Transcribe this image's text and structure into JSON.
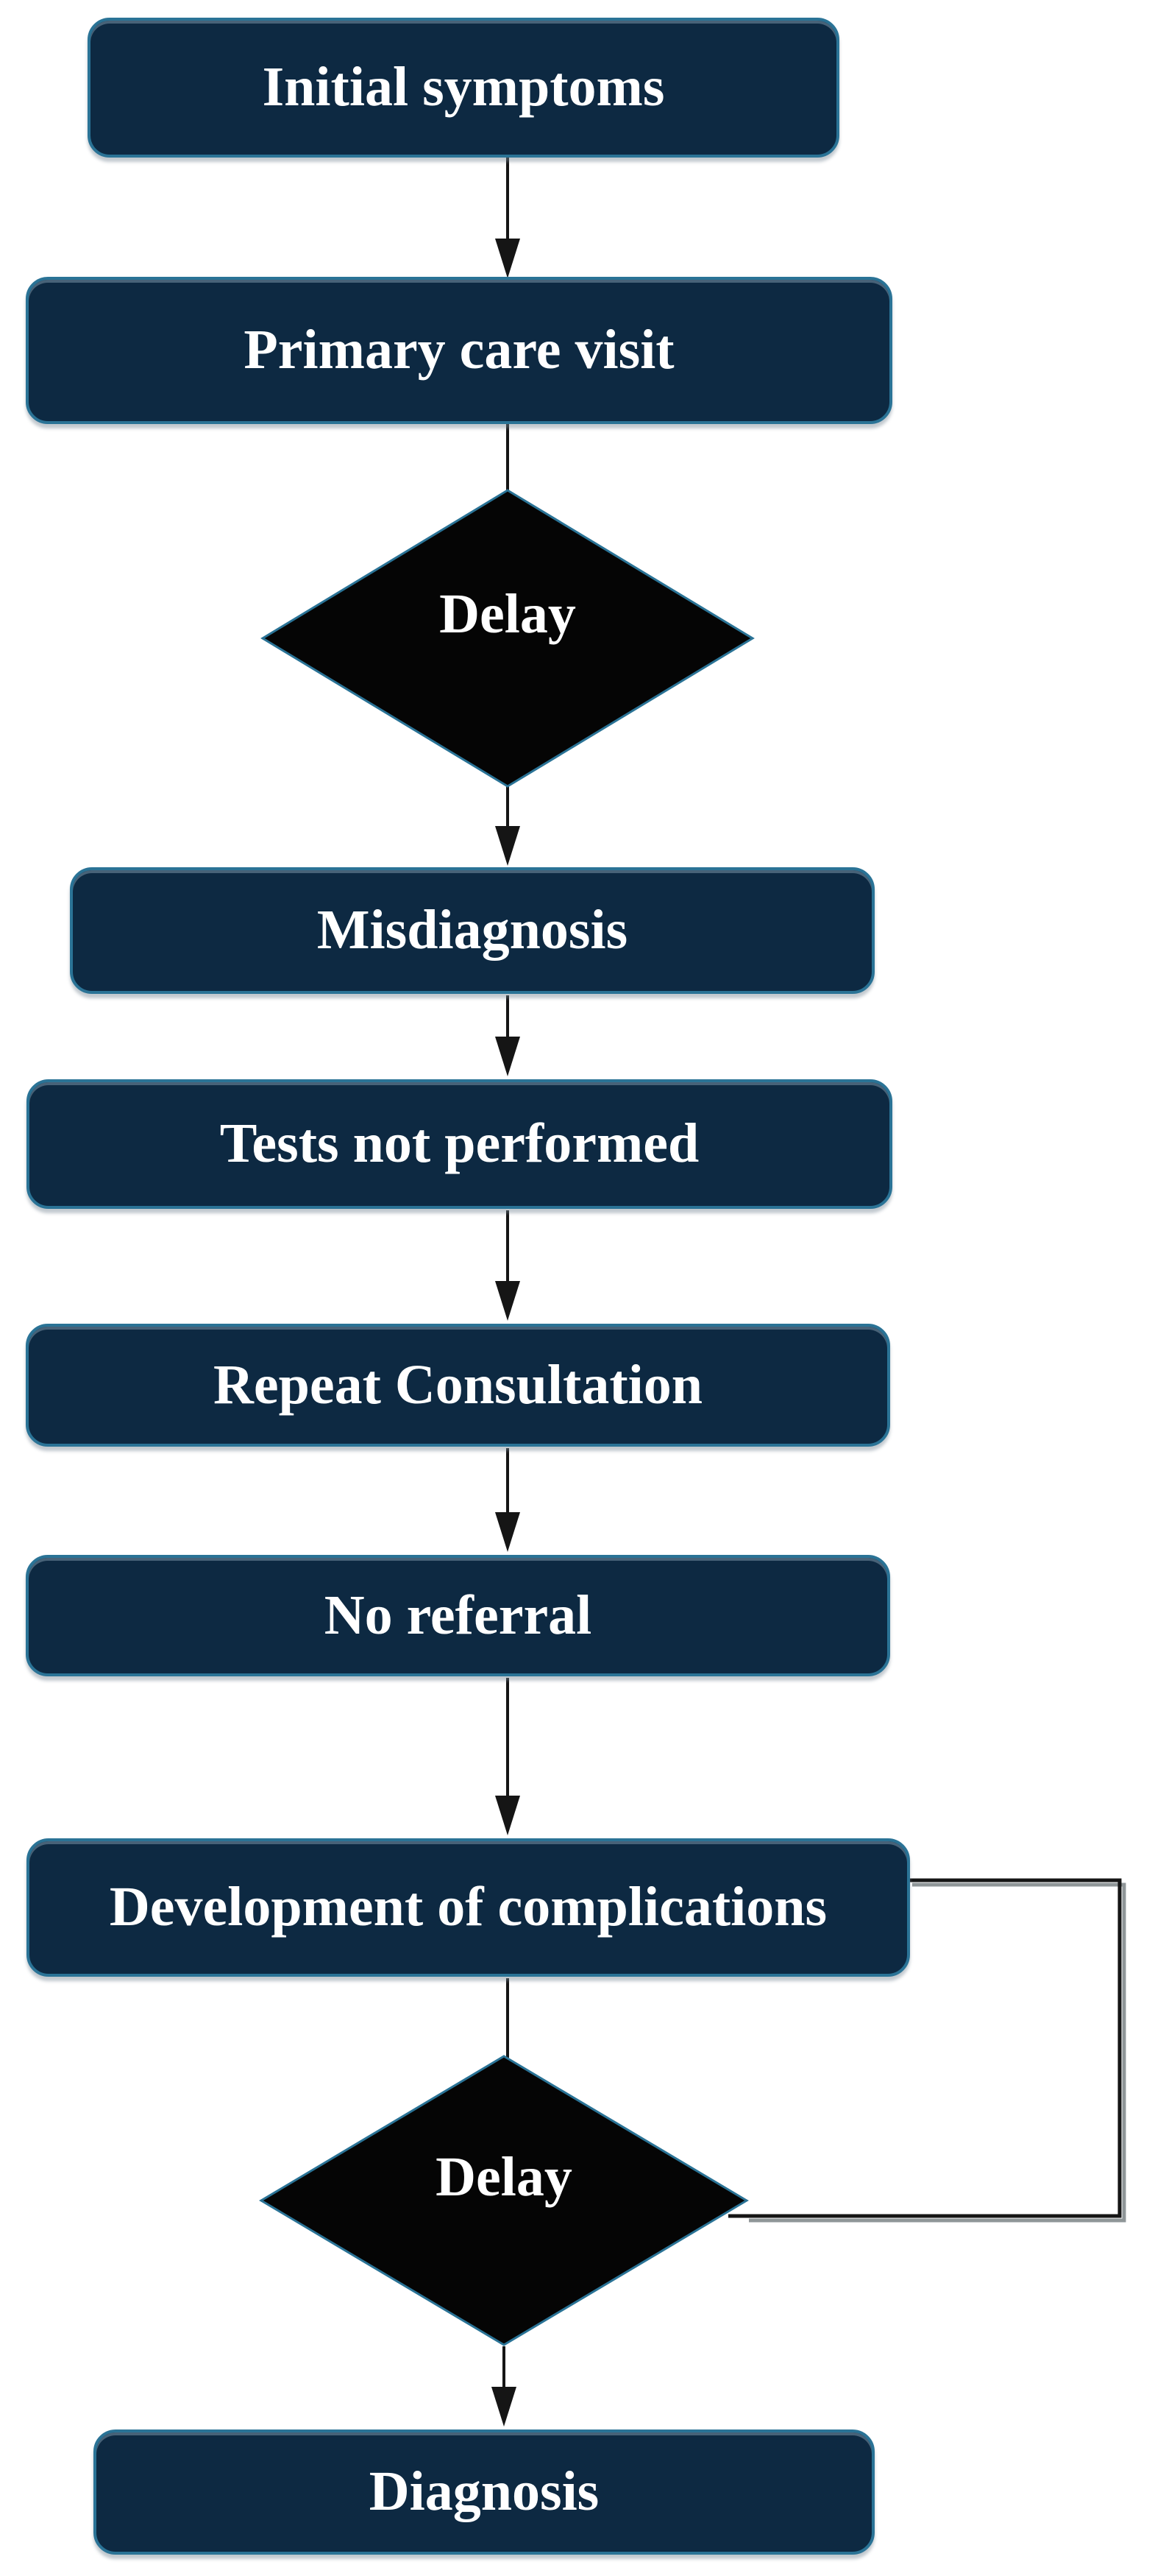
{
  "figure": {
    "type": "flowchart"
  },
  "nodes": [
    {
      "id": "initial-symptoms",
      "shape": "rounded-rect",
      "label": "Initial symptoms"
    },
    {
      "id": "primary-care-visit",
      "shape": "rounded-rect",
      "label": "Primary care visit"
    },
    {
      "id": "delay-1",
      "shape": "diamond",
      "label": "Delay"
    },
    {
      "id": "misdiagnosis",
      "shape": "rounded-rect",
      "label": "Misdiagnosis"
    },
    {
      "id": "tests-not-performed",
      "shape": "rounded-rect",
      "label": "Tests not performed"
    },
    {
      "id": "repeat-consultation",
      "shape": "rounded-rect",
      "label": "Repeat Consultation"
    },
    {
      "id": "no-referral",
      "shape": "rounded-rect",
      "label": "No referral"
    },
    {
      "id": "development-of-complications",
      "shape": "rounded-rect",
      "label": "Development of complications"
    },
    {
      "id": "delay-2",
      "shape": "diamond",
      "label": "Delay"
    },
    {
      "id": "diagnosis",
      "shape": "rounded-rect",
      "label": "Diagnosis"
    }
  ],
  "edges": [
    {
      "from": "initial-symptoms",
      "to": "primary-care-visit",
      "arrowhead": true
    },
    {
      "from": "primary-care-visit",
      "to": "delay-1",
      "arrowhead": false
    },
    {
      "from": "delay-1",
      "to": "misdiagnosis",
      "arrowhead": true
    },
    {
      "from": "misdiagnosis",
      "to": "tests-not-performed",
      "arrowhead": true
    },
    {
      "from": "tests-not-performed",
      "to": "repeat-consultation",
      "arrowhead": true
    },
    {
      "from": "repeat-consultation",
      "to": "no-referral",
      "arrowhead": true
    },
    {
      "from": "no-referral",
      "to": "development-of-complications",
      "arrowhead": true
    },
    {
      "from": "development-of-complications",
      "to": "delay-2",
      "arrowhead": false
    },
    {
      "from": "development-of-complications",
      "to": "delay-2",
      "arrowhead": false,
      "route": "right-side-loop"
    },
    {
      "from": "delay-2",
      "to": "diagnosis",
      "arrowhead": true
    }
  ],
  "colors": {
    "background": "#ffffff",
    "box_fill": "#0d2942",
    "box_border": "#2a7396",
    "box_text": "#ffffff",
    "diamond_fill": "#050505",
    "diamond_border": "#2a7396",
    "diamond_text": "#ffffff",
    "arrow": "#151515",
    "loop_shadow": "#8f9698"
  }
}
